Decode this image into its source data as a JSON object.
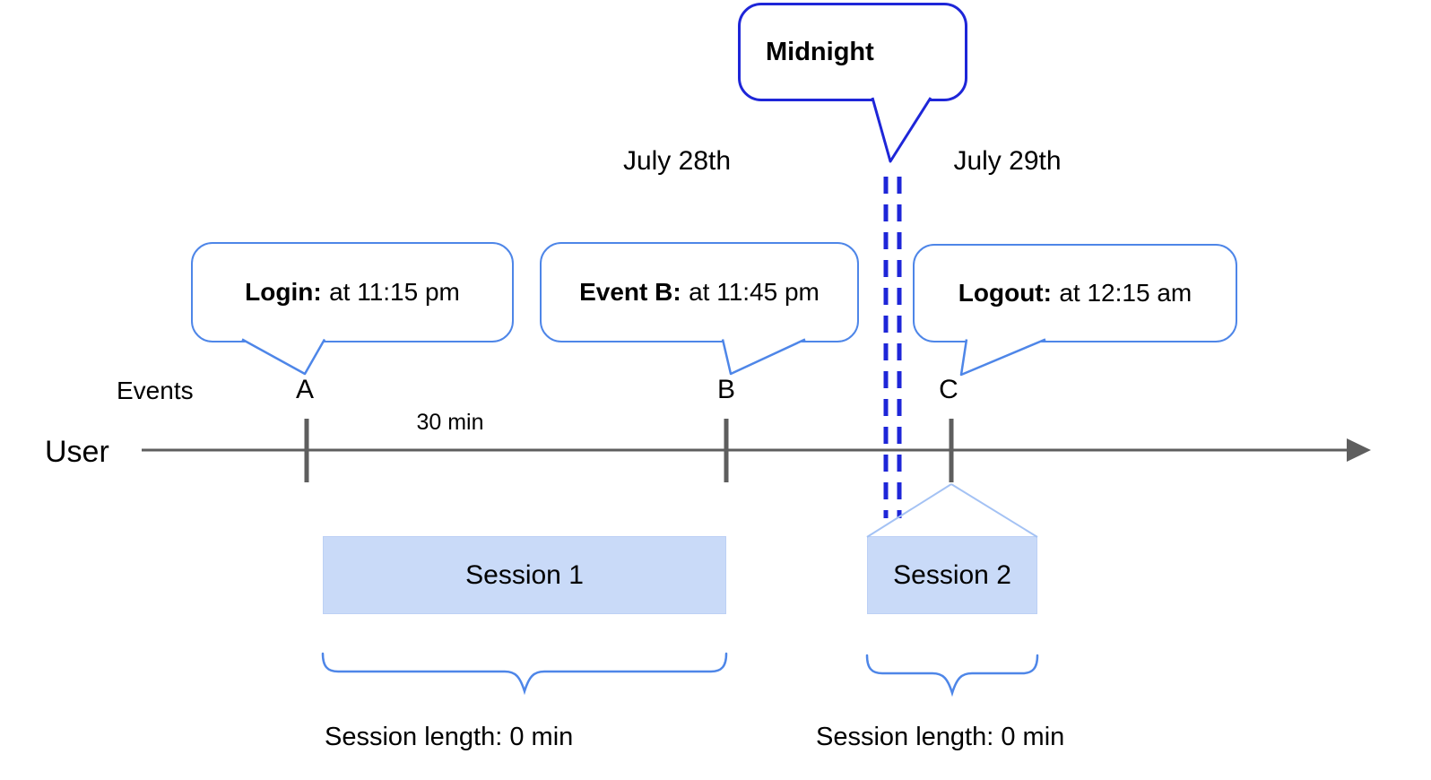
{
  "colors": {
    "dark_blue": "#1e26d8",
    "medium_blue": "#4e86e8",
    "light_blue": "#a4c2f4",
    "session_fill": "#c9daf8",
    "axis_gray": "#5e5e5e",
    "text_black": "#000000"
  },
  "midnight_callout": {
    "label": "Midnight"
  },
  "date_labels": {
    "before": "July 28th",
    "after": "July 29th"
  },
  "event_callouts": [
    {
      "name": "login",
      "label": "Login:",
      "time": "at 11:15 pm"
    },
    {
      "name": "event-b",
      "label": "Event B:",
      "time": "at 11:45 pm"
    },
    {
      "name": "logout",
      "label": "Logout:",
      "time": "at 12:15 am"
    }
  ],
  "axis": {
    "events_label": "Events",
    "user_label": "User",
    "interval_label": "30 min",
    "markers": [
      {
        "letter": "A"
      },
      {
        "letter": "B"
      },
      {
        "letter": "C"
      }
    ]
  },
  "sessions": [
    {
      "label": "Session 1",
      "length_label": "Session length: 0 min"
    },
    {
      "label": "Session 2",
      "length_label": "Session length: 0 min"
    }
  ]
}
